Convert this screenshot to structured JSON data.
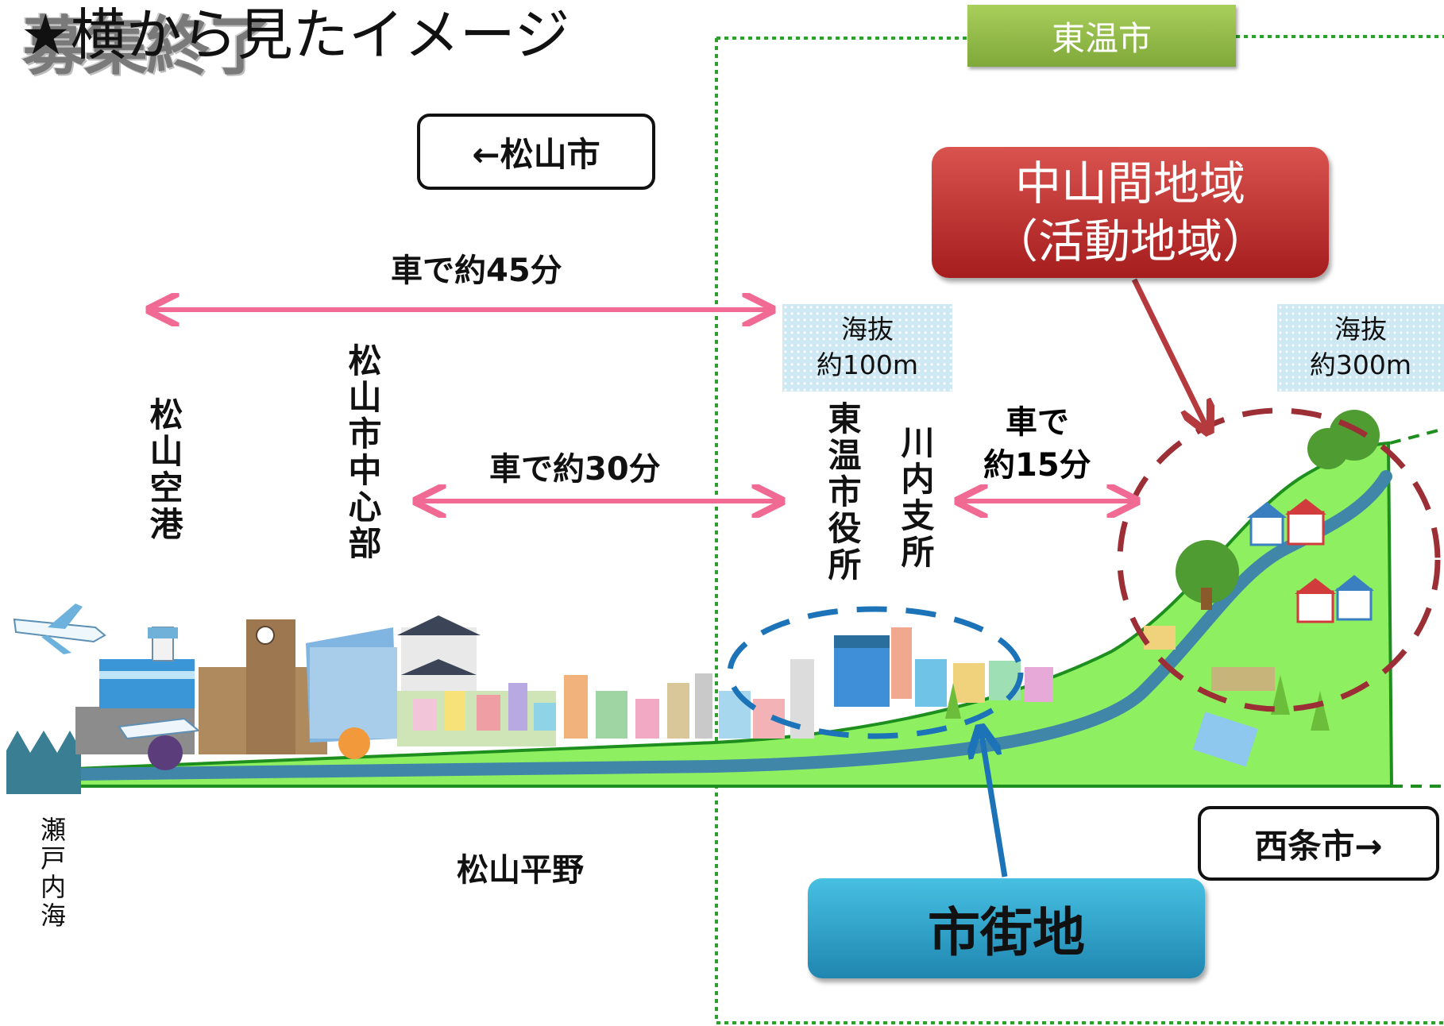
{
  "stamp": "募集終了",
  "title": "★横から見たイメージ",
  "city_tab": "東温市",
  "left_box": "←松山市",
  "right_box": "西条市→",
  "region_box": {
    "line1": "中山間地域",
    "line2": "（活動地域）"
  },
  "urban_box": "市街地",
  "times": {
    "t45": "車で約45分",
    "t30": "車で約30分",
    "t15_line1": "車で",
    "t15_line2": "約15分"
  },
  "places": {
    "airport": "松山空港",
    "city_center": "松山市中心部",
    "toon_office": "東温市役所",
    "kawauchi": "川内支所",
    "sea": "瀬戸内海",
    "plain": "松山平野"
  },
  "elevation": {
    "e100_label": "海抜",
    "e100_value": "約100m",
    "e300_label": "海抜",
    "e300_value": "約300m"
  },
  "colors": {
    "arrow_pink": "#f06a94",
    "land_green": "#8ef060",
    "river_blue": "#3f86a8",
    "boundary_green": "#2e9e2e",
    "mountain_circle": "#9b2f35",
    "urban_circle": "#1d73b8"
  }
}
